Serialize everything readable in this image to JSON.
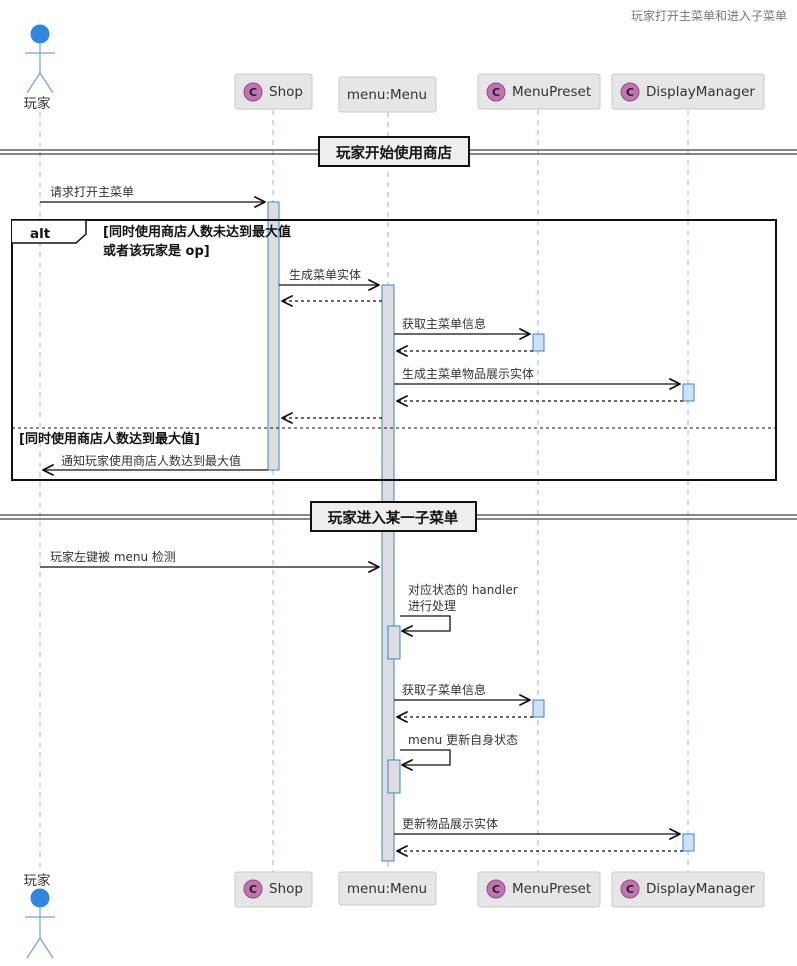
{
  "title": "玩家打开主菜单和进入子菜单",
  "actor": {
    "name": "玩家"
  },
  "participants": [
    {
      "name": "Shop",
      "stereotype": "C"
    },
    {
      "name": "menu:Menu",
      "stereotype": ""
    },
    {
      "name": "MenuPreset",
      "stereotype": "C"
    },
    {
      "name": "DisplayManager",
      "stereotype": "C"
    }
  ],
  "dividers": [
    {
      "label": "玩家开始使用商店"
    },
    {
      "label": "玩家进入某一子菜单"
    }
  ],
  "alt_frame": {
    "tag": "alt",
    "condition_line1": "[同时使用商店人数未达到最大值",
    "condition_line2": "或者该玩家是 op]",
    "else_condition": "[同时使用商店人数达到最大值]"
  },
  "messages": [
    {
      "label": "请求打开主菜单"
    },
    {
      "label": "生成菜单实体"
    },
    {
      "label": "获取主菜单信息"
    },
    {
      "label": "生成主菜单物品展示实体"
    },
    {
      "label": "通知玩家使用商店人数达到最大值"
    },
    {
      "label": "玩家左键被 menu 检测"
    },
    {
      "label_line1": "对应状态的 handler",
      "label_line2": "进行处理"
    },
    {
      "label": "获取子菜单信息"
    },
    {
      "label": "menu 更新自身状态"
    },
    {
      "label": "更新物品展示实体"
    }
  ],
  "colors": {
    "actor": "#2f87e0",
    "lifeline": "#8db8e8",
    "participant_box": "#e6e6e6",
    "class_badge": "#c373b4",
    "activation_border": "#3b83db"
  }
}
